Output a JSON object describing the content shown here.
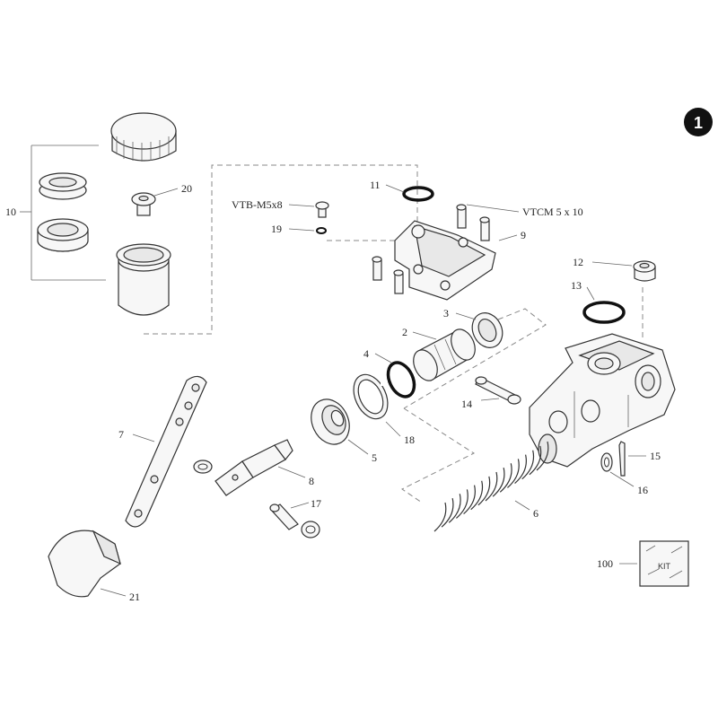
{
  "diagram": {
    "badge": "1",
    "kit_box_text": "KIT",
    "callouts": {
      "c1": "1",
      "c2": "2",
      "c3": "3",
      "c4": "4",
      "c5": "5",
      "c6": "6",
      "c7": "7",
      "c8": "8",
      "c9": "9",
      "c10": "10",
      "c11": "11",
      "c12": "12",
      "c13": "13",
      "c14": "14",
      "c15": "15",
      "c16": "16",
      "c17": "17",
      "c18": "18",
      "c19": "19",
      "c20": "20",
      "c21": "21",
      "c100": "100",
      "vtb": "VTB-M5x8",
      "vtcm": "VTCM 5 x 10"
    }
  }
}
